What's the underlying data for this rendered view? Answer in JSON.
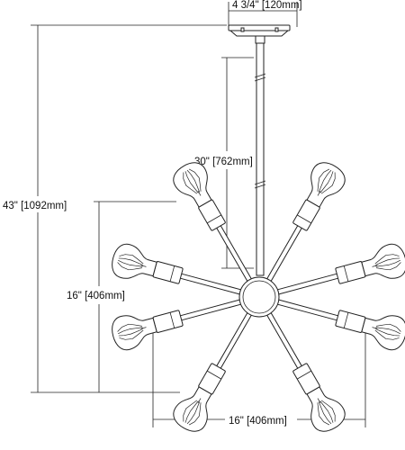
{
  "dimensions": {
    "canopy_width": "4 3/4\" [120mm]",
    "overall_height": "43\" [1092mm]",
    "rod_length": "30\" [762mm]",
    "fixture_height": "16\" [406mm]",
    "fixture_width": "16\" [406mm]"
  },
  "colors": {
    "ink": "#222222",
    "background": "#ffffff"
  }
}
